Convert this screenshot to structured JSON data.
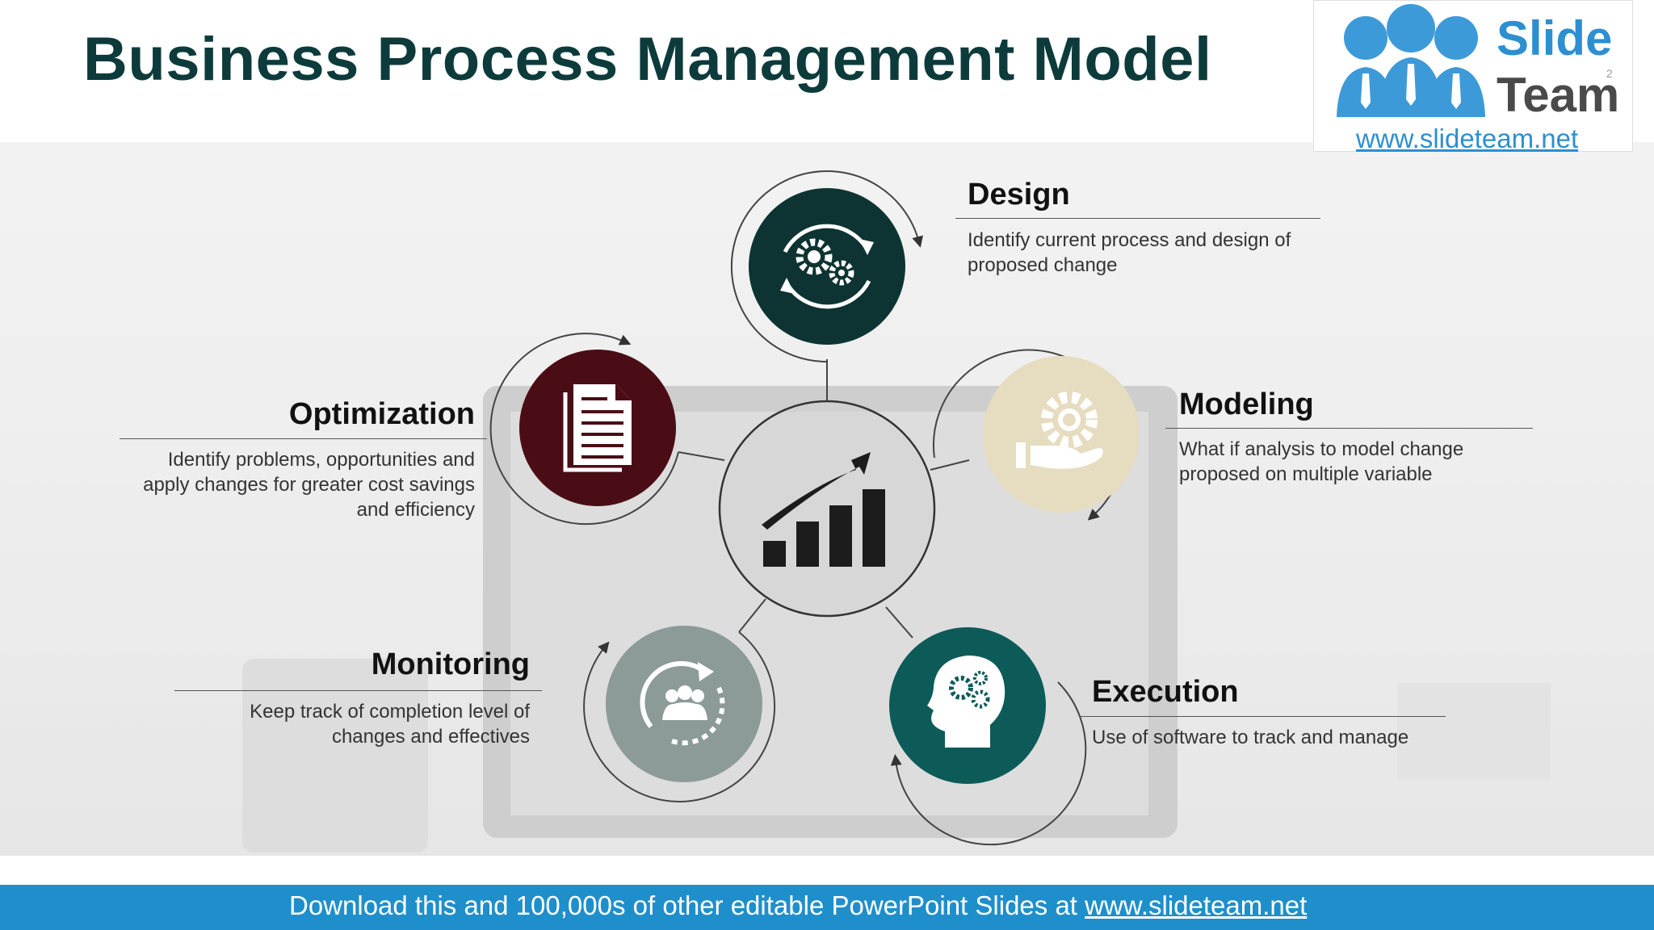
{
  "slide": {
    "title": "Business Process Management Model"
  },
  "logo": {
    "word_top": "Slide",
    "word_bottom": "Team",
    "url": "www.slideteam.net",
    "page_number": "2"
  },
  "stages": [
    {
      "key": "design",
      "title": "Design",
      "description": "Identify current process and design of proposed change",
      "color": "#0d3432",
      "icon": "gears-refresh-icon"
    },
    {
      "key": "modeling",
      "title": "Modeling",
      "description": "What if analysis to model change proposed on multiple variable",
      "color": "#e6dcc0",
      "icon": "hand-gear-icon"
    },
    {
      "key": "execution",
      "title": "Execution",
      "description": "Use of software to track and manage",
      "color": "#0c5b58",
      "icon": "head-gears-icon"
    },
    {
      "key": "monitoring",
      "title": "Monitoring",
      "description": "Keep track of completion level of changes and effectives",
      "color": "#8c9b98",
      "icon": "team-refresh-icon"
    },
    {
      "key": "optimization",
      "title": "Optimization",
      "description": "Identify problems, opportunities and apply changes for greater cost savings and efficiency",
      "color": "#4a0d16",
      "icon": "document-icon"
    }
  ],
  "center": {
    "icon": "growth-chart-icon"
  },
  "footer": {
    "text": "Download this and 100,000s of other editable PowerPoint Slides at ",
    "link": "www.slideteam.net"
  }
}
